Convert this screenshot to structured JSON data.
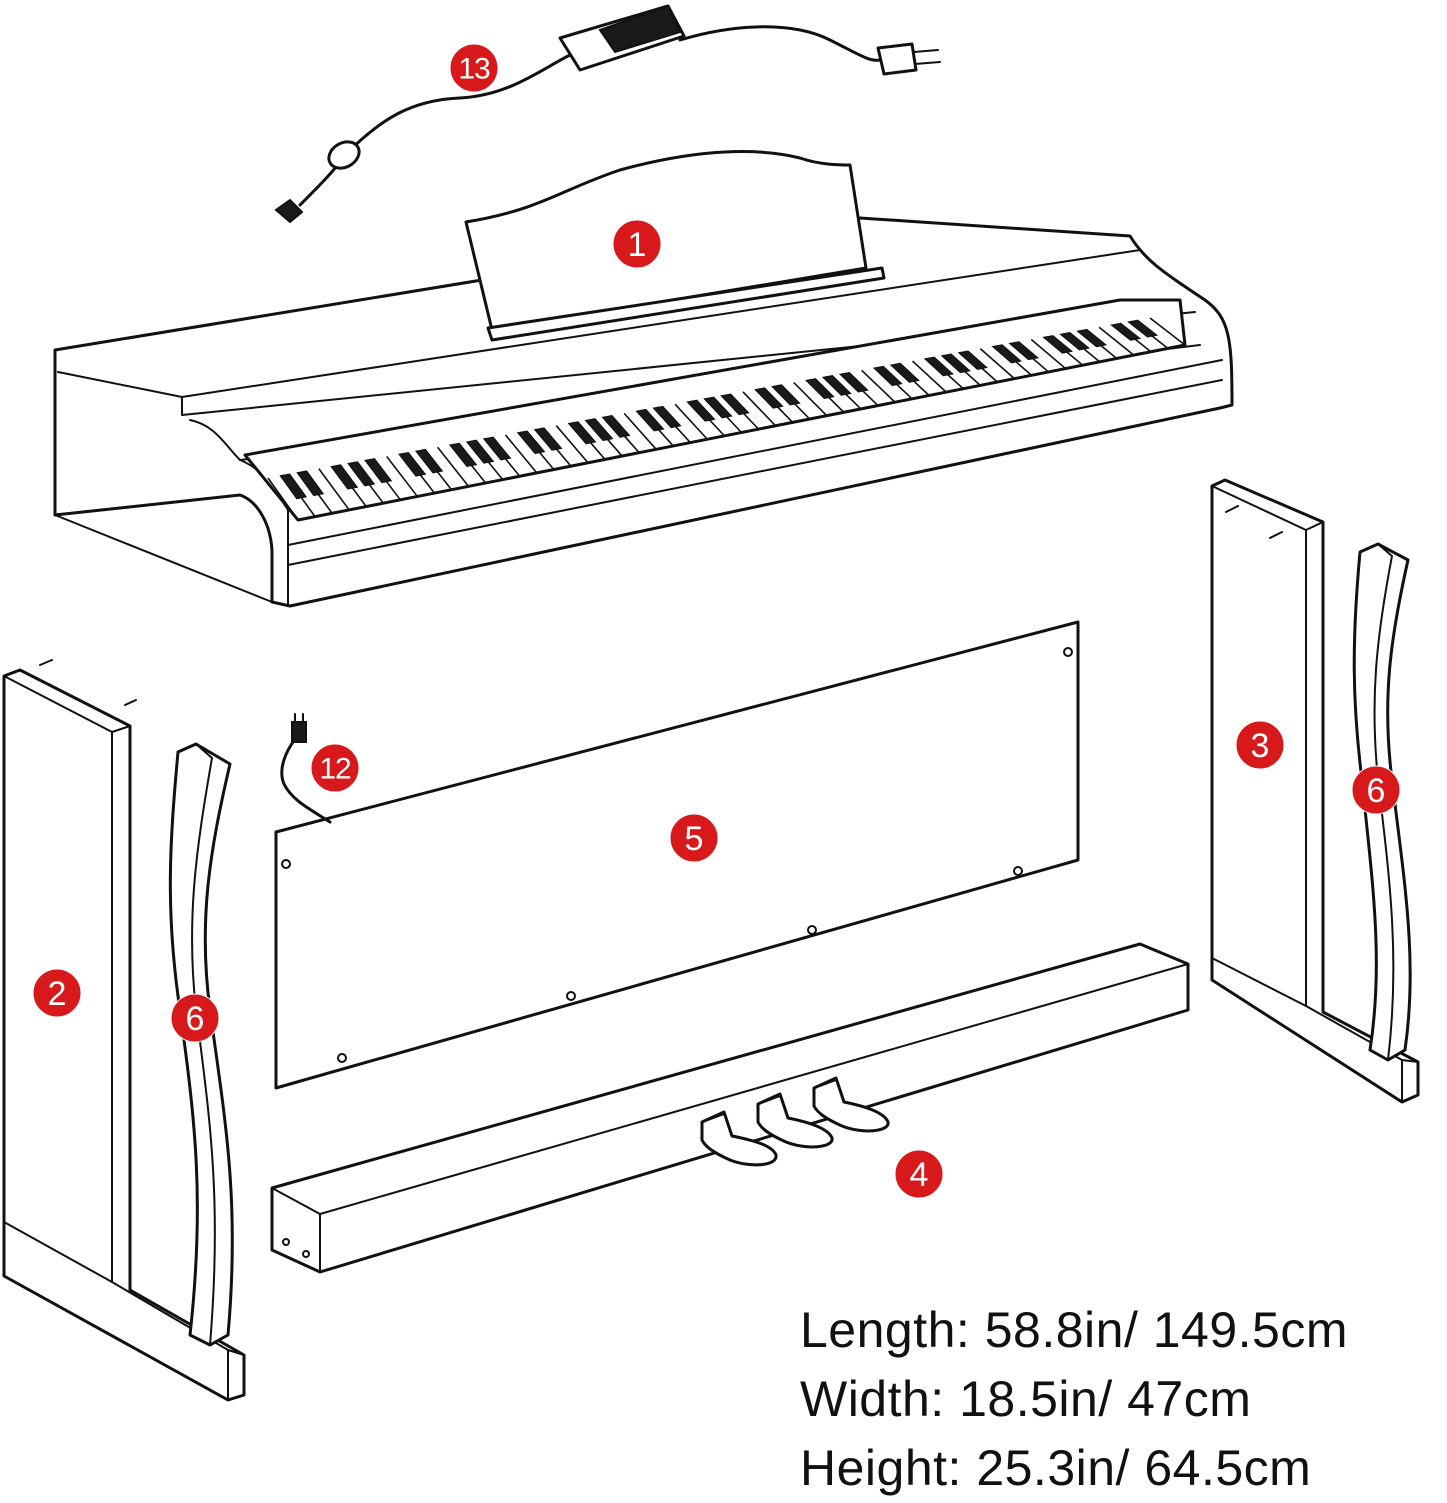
{
  "badge_color": "#d7191c",
  "callouts": {
    "music_rest": "1",
    "left_side_panel": "2",
    "right_side_panel": "3",
    "pedal_box": "4",
    "back_panel": "5",
    "left_leg_brace": "6",
    "right_leg_brace": "6",
    "pedal_cable": "12",
    "power_adapter": "13"
  },
  "dimensions": {
    "length": "Length: 58.8in/ 149.5cm",
    "width": "Width: 18.5in/ 47cm",
    "height": "Height: 25.3in/ 64.5cm"
  }
}
